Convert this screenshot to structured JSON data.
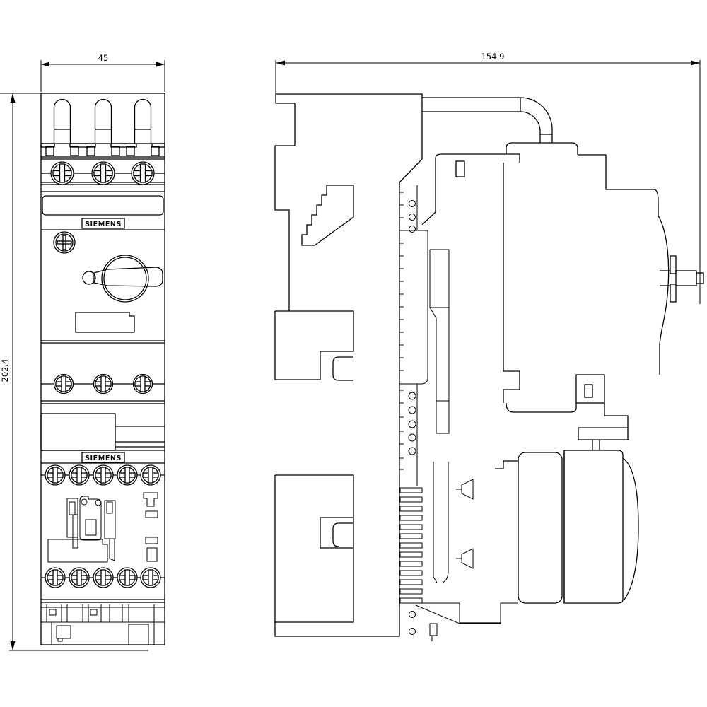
{
  "drawing": {
    "background_color": "#ffffff",
    "line_color": "#000000",
    "views": {
      "front": {
        "width_dimension": "45",
        "height_dimension": "202.4",
        "brand_label_top": "SIEMENS",
        "brand_label_bottom": "SIEMENS"
      },
      "side": {
        "depth_dimension": "154.9"
      }
    }
  }
}
